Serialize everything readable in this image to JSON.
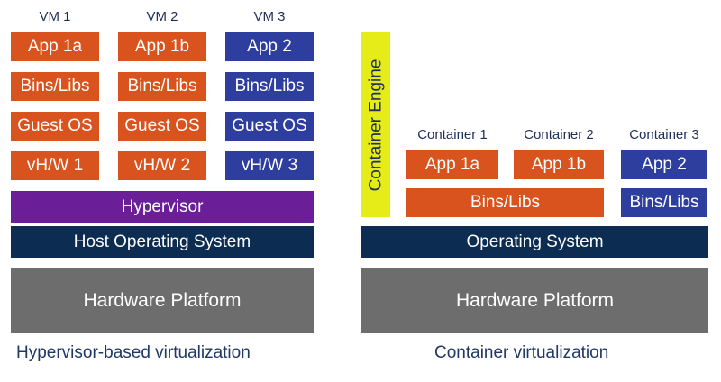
{
  "hypervisor_side": {
    "vms": [
      {
        "label": "VM 1",
        "app": "App 1a",
        "bins": "Bins/Libs",
        "os": "Guest OS",
        "vhw": "vH/W 1"
      },
      {
        "label": "VM 2",
        "app": "App 1b",
        "bins": "Bins/Libs",
        "os": "Guest OS",
        "vhw": "vH/W 2"
      },
      {
        "label": "VM 3",
        "app": "App 2",
        "bins": "Bins/Libs",
        "os": "Guest OS",
        "vhw": "vH/W 3"
      }
    ],
    "hypervisor": "Hypervisor",
    "host_os": "Host Operating System",
    "hardware": "Hardware Platform",
    "caption": "Hypervisor-based virtualization"
  },
  "container_side": {
    "engine": "Container Engine",
    "containers": [
      {
        "label": "Container 1",
        "app": "App 1a"
      },
      {
        "label": "Container 2",
        "app": "App 1b"
      },
      {
        "label": "Container 3",
        "app": "App 2"
      }
    ],
    "shared_bins": "Bins/Libs",
    "bins_3": "Bins/Libs",
    "os": "Operating System",
    "hardware": "Hardware Platform",
    "caption": "Container virtualization"
  },
  "colors": {
    "orange": "#d9531e",
    "blue": "#2e3e9f",
    "purple": "#6a1f99",
    "navy": "#0c2c52",
    "gray": "#6d6d6d",
    "yellow": "#e6ec17",
    "caption_text": "#1f3864"
  }
}
